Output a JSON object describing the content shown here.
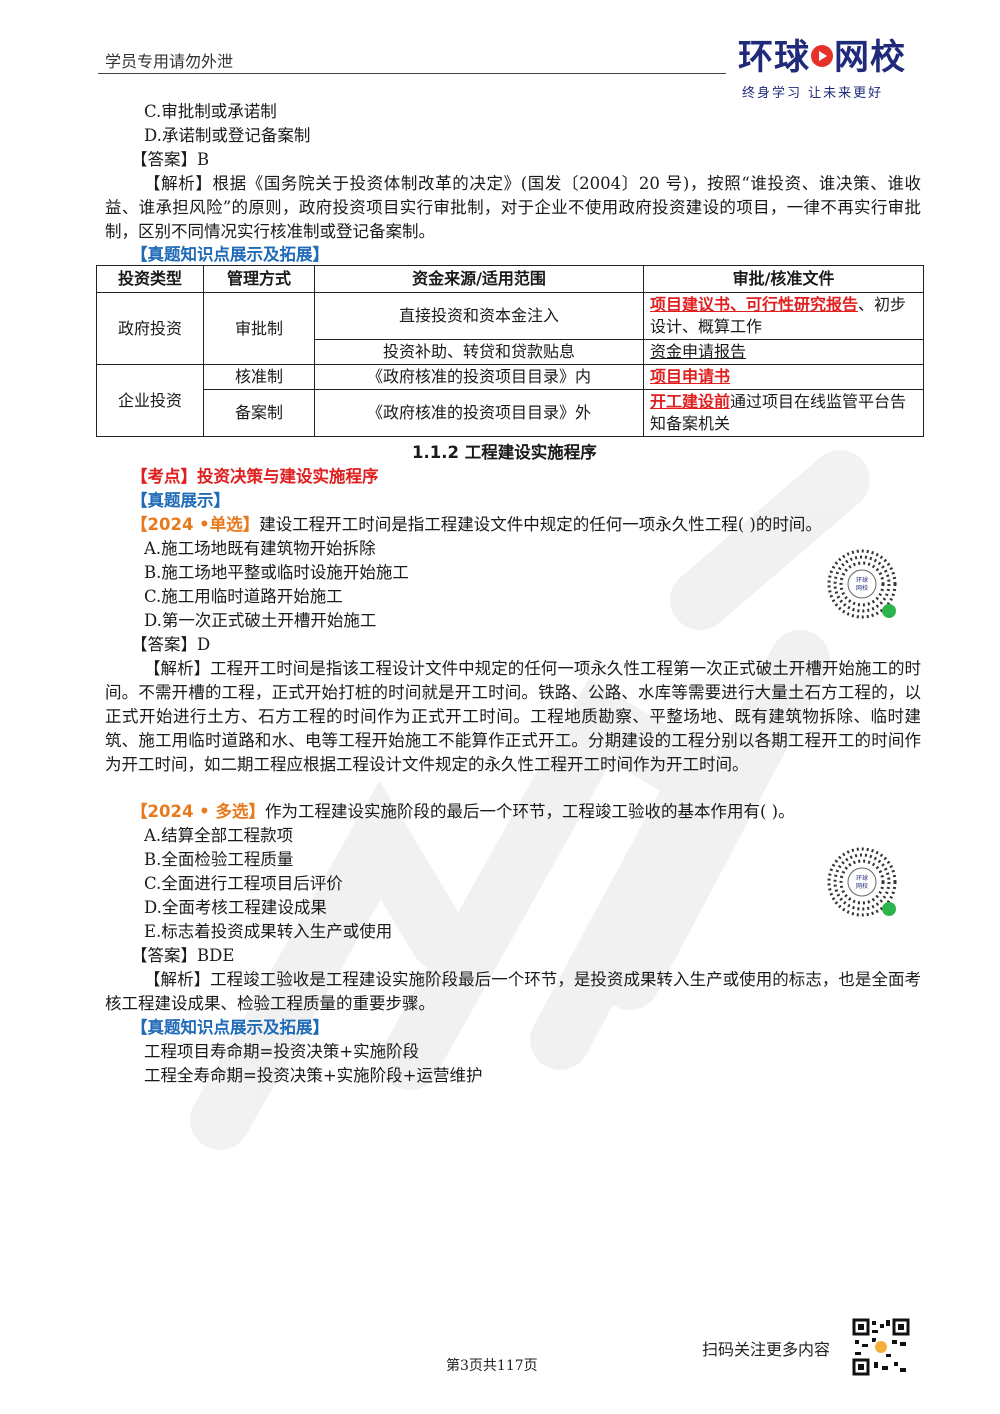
{
  "header": {
    "notice": "学员专用请勿外泄",
    "logo_pre": "环球",
    "logo_post": "网校",
    "slogan": "终身学习  让未来更好"
  },
  "q_prev": {
    "option_c": "C.审批制或承诺制",
    "option_d": "D.承诺制或登记备案制",
    "answer": "【答案】B",
    "analysis_tag": "【解析】",
    "analysis": "根据《国务院关于投资体制改革的决定》(国发〔2004〕20 号)，按照“谁投资、谁决策、谁收益、谁承担风险”的原则，政府投资项目实行审批制，对于企业不使用政府投资建设的项目，一律不再实行审批制，区别不同情况实行核准制或登记备案制。",
    "expand_title": "【真题知识点展示及拓展】"
  },
  "table": {
    "headers": [
      "投资类型",
      "管理方式",
      "资金来源/适用范围",
      "审批/核准文件"
    ],
    "gov_type": "政府投资",
    "gov_mode": "审批制",
    "gov_src1": "直接投资和资本金注入",
    "gov_doc1_red": "项目建议书、可行性研究报告",
    "gov_doc1_rest": "、初步设计、概算工作",
    "gov_src2": "投资补助、转贷和贷款贴息",
    "gov_doc2": "资金申请报告",
    "ent_type": "企业投资",
    "ent_mode1": "核准制",
    "ent_src1": "《政府核准的投资项目目录》内",
    "ent_doc1": "项目申请书",
    "ent_mode2": "备案制",
    "ent_src2": "《政府核准的投资项目目录》外",
    "ent_doc2_red": "开工建设前",
    "ent_doc2_rest": "通过项目在线监管平台告知备案机关"
  },
  "section": {
    "title": "1.1.2 工程建设实施程序",
    "kaodian_tag": "【考点】",
    "kaodian": "投资决策与建设实施程序",
    "zhenti": "【真题展示】"
  },
  "q1": {
    "tag": "【2024 •单选】",
    "stem": "建设工程开工时间是指工程建设文件中规定的任何一项永久性工程(    )的时间。",
    "options": [
      "A.施工场地既有建筑物开始拆除",
      "B.施工场地平整或临时设施开始施工",
      "C.施工用临时道路开始施工",
      "D.第一次正式破土开槽开始施工"
    ],
    "answer": "【答案】D",
    "analysis_tag": "【解析】",
    "analysis": "工程开工时间是指该工程设计文件中规定的任何一项永久性工程第一次正式破土开槽开始施工的时间。不需开槽的工程，正式开始打桩的时间就是开工时间。铁路、公路、水库等需要进行大量土石方工程的，以正式开始进行土方、石方工程的时间作为正式开工时间。工程地质勘察、平整场地、既有建筑物拆除、临时建筑、施工用临时道路和水、电等工程开始施工不能算作正式开工。分期建设的工程分别以各期工程开工的时间作为开工时间，如二期工程应根据工程设计文件规定的永久性工程开工时间作为开工时间。"
  },
  "q2": {
    "tag": "【2024 • 多选】",
    "stem": "作为工程建设实施阶段的最后一个环节，工程竣工验收的基本作用有(    )。",
    "options": [
      "A.结算全部工程款项",
      "B.全面检验工程质量",
      "C.全面进行工程项目后评价",
      "D.全面考核工程建设成果",
      "E.标志着投资成果转入生产或使用"
    ],
    "answer": "【答案】BDE",
    "analysis_tag": "【解析】",
    "analysis": "工程竣工验收是工程建设实施阶段最后一个环节，是投资成果转入生产或使用的标志，也是全面考核工程建设成果、检验工程质量的重要步骤。"
  },
  "expand2": {
    "title": "【真题知识点展示及拓展】",
    "line1": "工程项目寿命期=投资决策+实施阶段",
    "line2": "工程全寿命期=投资决策+实施阶段+运营维护"
  },
  "footer": {
    "scan": "扫码关注更多内容",
    "page": "第3页共117页"
  },
  "qr_badge": "环球网校"
}
